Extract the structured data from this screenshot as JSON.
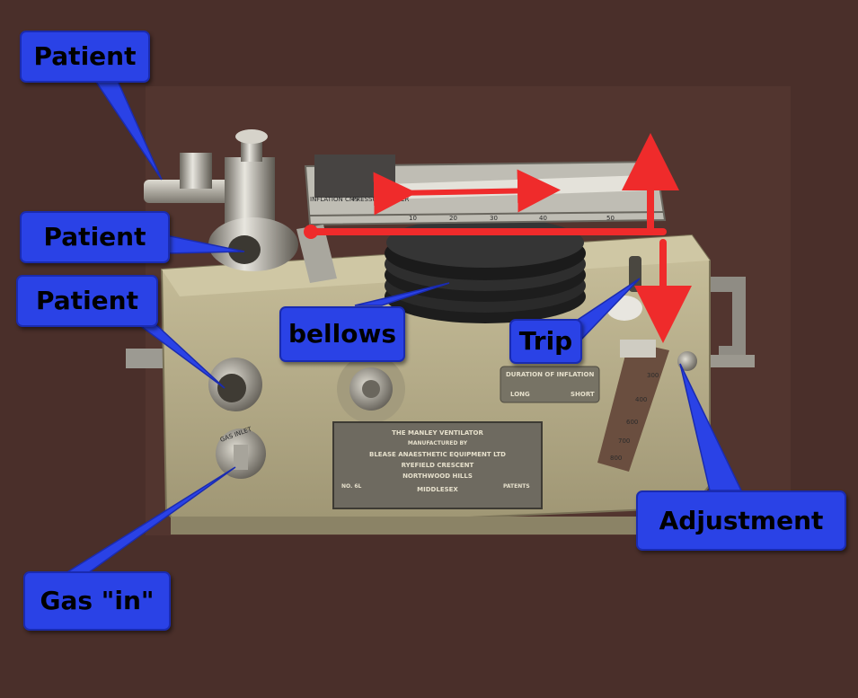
{
  "colors": {
    "background": "#4a2f2a",
    "callout_fill": "#2a42e6",
    "callout_text": "#000000",
    "arrow": "#ef2b2b",
    "machine_body": "#b9b08a"
  },
  "callouts": {
    "patient_top": "Patient",
    "patient_middle": "Patient",
    "patient_lower": "Patient",
    "bellows": "bellows",
    "trip": "Trip",
    "adjustment": "Adjustment",
    "gas_in": "Gas \"in\""
  },
  "machine_labels": {
    "inflation_cms": "INFLATION CMS",
    "pressure_water": "PRESSURE WATER",
    "duration_of_inflation": "DURATION OF INFLATION",
    "long": "LONG",
    "short": "SHORT",
    "gas_inlet": "GAS INLET",
    "scale_ticks": [
      "10",
      "20",
      "30",
      "40",
      "50"
    ],
    "dial_ticks": [
      "300",
      "400",
      "600",
      "700",
      "800"
    ]
  },
  "nameplate": {
    "line1": "THE MANLEY VENTILATOR",
    "line2": "MANUFACTURED BY",
    "line3": "BLEASE ANAESTHETIC EQUIPMENT LTD",
    "line4": "RYEFIELD CRESCENT",
    "line5": "NORTHWOOD HILLS",
    "line6": "MIDDLESEX",
    "left_small": "NO. 6L",
    "patents": "PATENTS"
  }
}
